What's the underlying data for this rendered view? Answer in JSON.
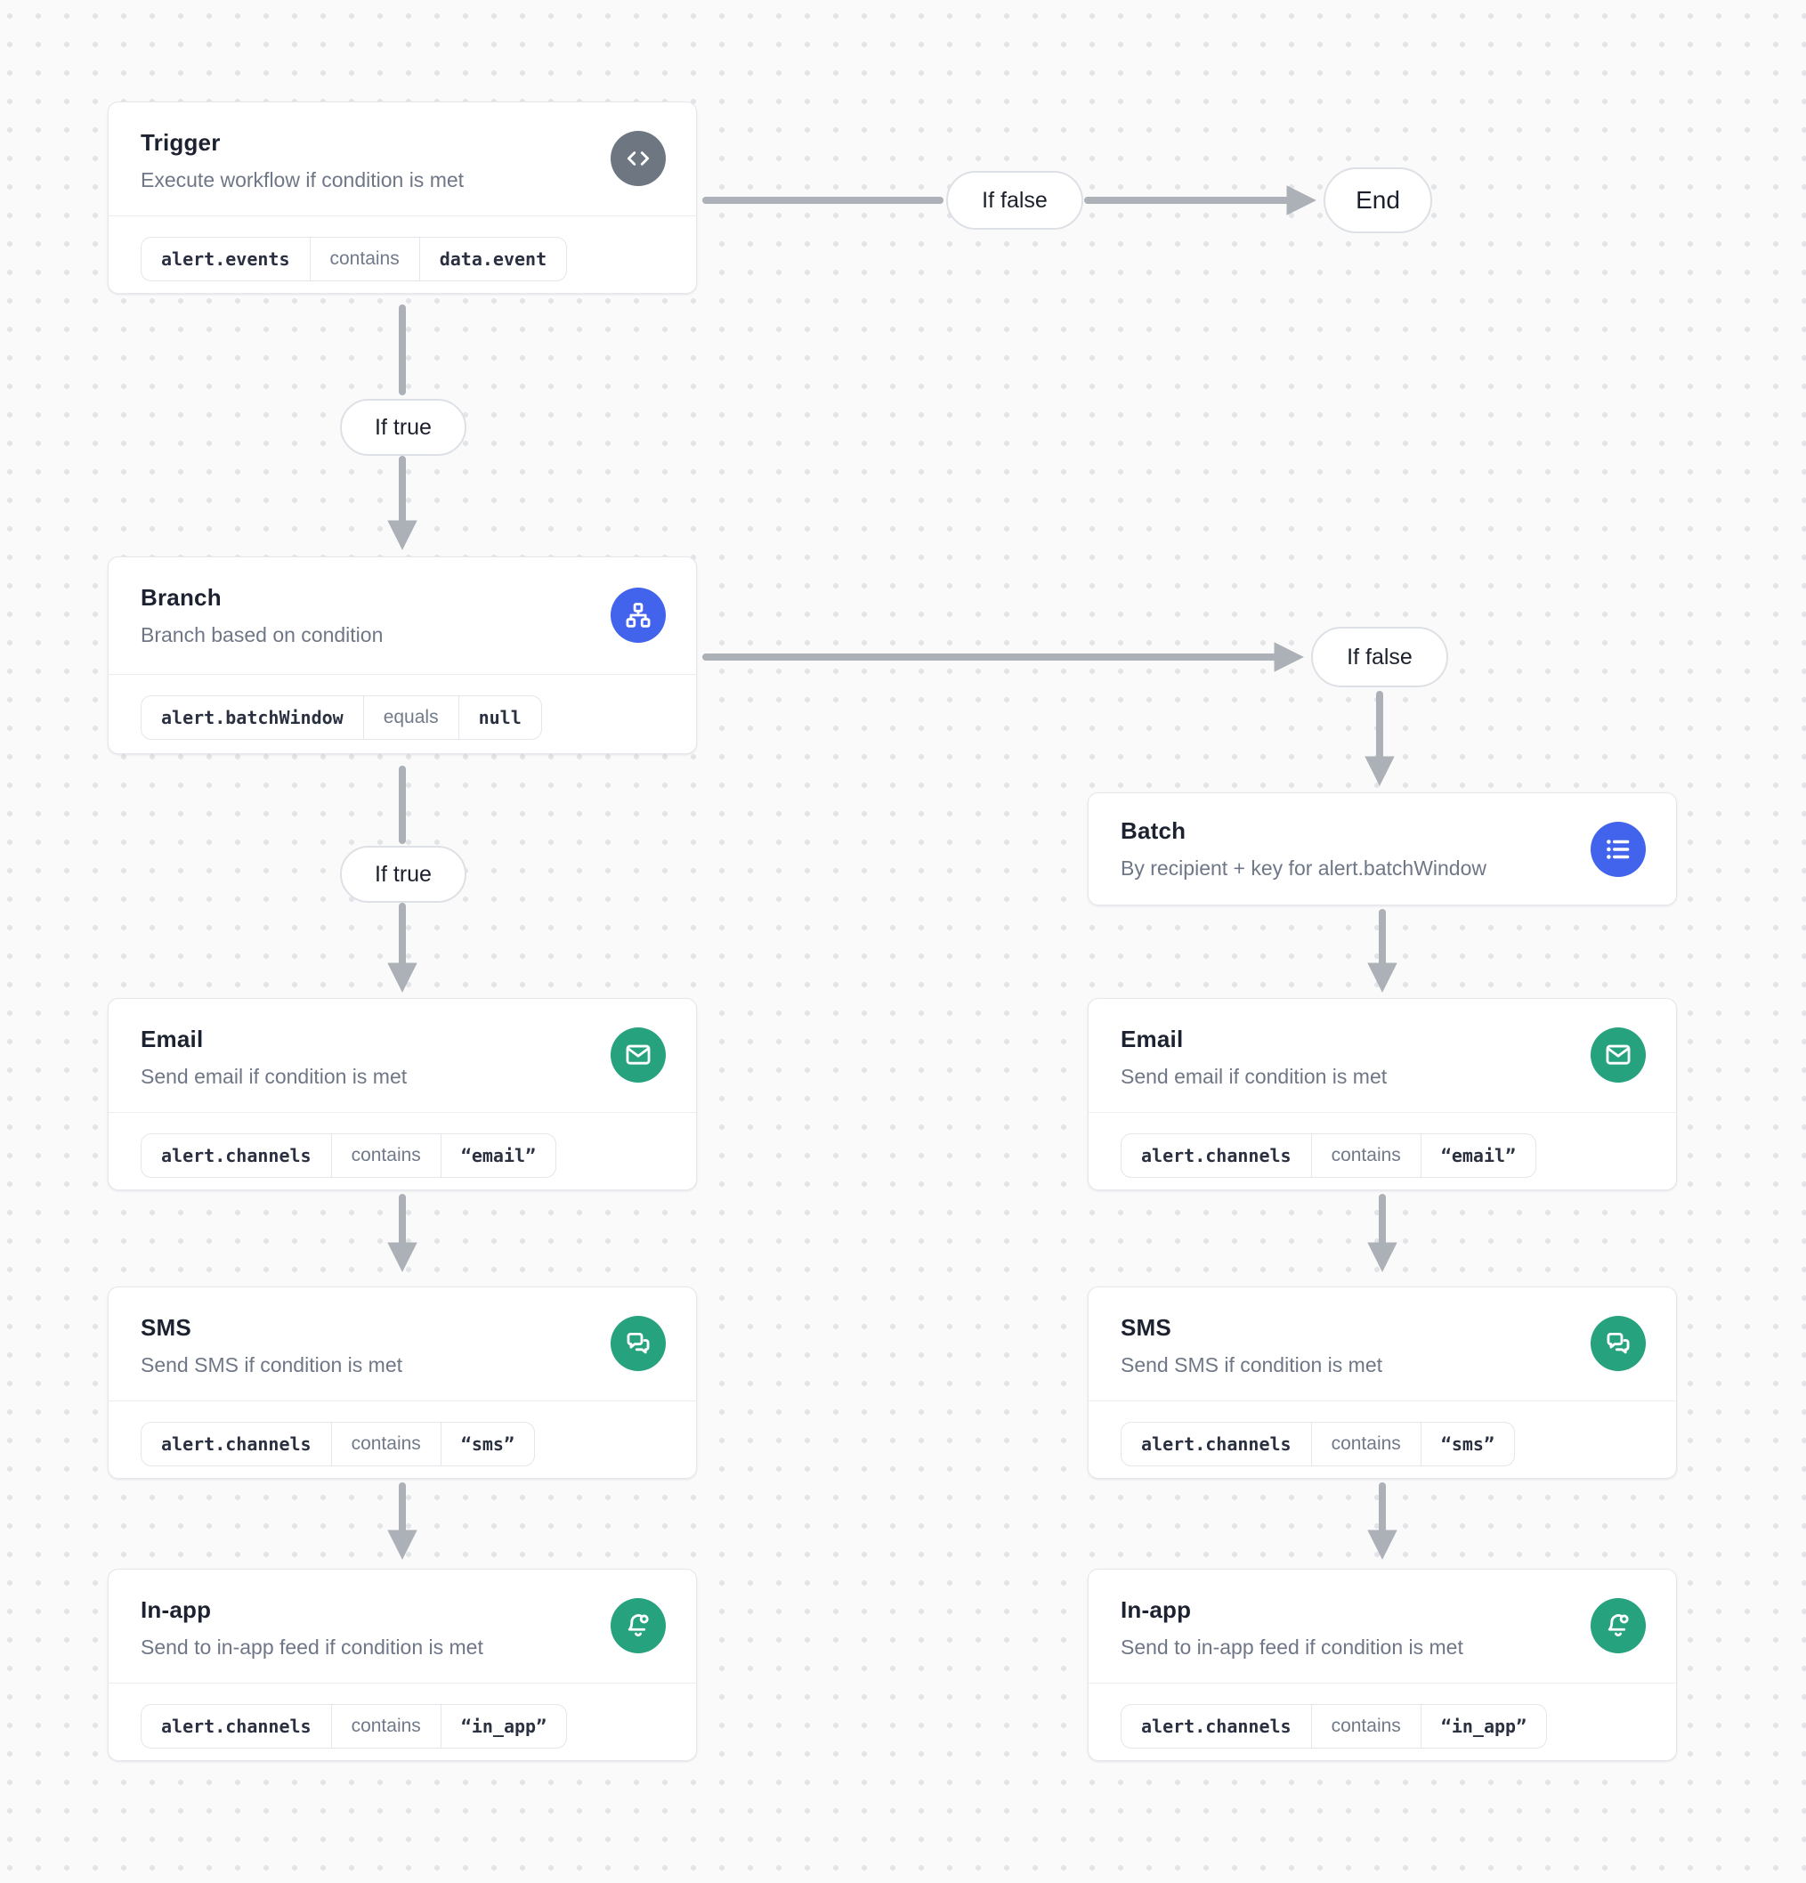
{
  "colors": {
    "accent_blue": "#4263EB",
    "accent_green": "#26A37E",
    "icon_gray": "#6E7781",
    "arrow_gray": "#ACB0B7"
  },
  "edges": {
    "if_true": "If true",
    "if_false": "If false",
    "end": "End"
  },
  "nodes": {
    "trigger": {
      "title": "Trigger",
      "subtitle": "Execute workflow if condition is met",
      "icon": "code-icon",
      "condition": {
        "field": "alert.events",
        "operator": "contains",
        "value": "data.event"
      }
    },
    "branch": {
      "title": "Branch",
      "subtitle": "Branch based on condition",
      "icon": "sitemap-icon",
      "condition": {
        "field": "alert.batchWindow",
        "operator": "equals",
        "value": "null"
      }
    },
    "batch": {
      "title": "Batch",
      "subtitle": "By recipient + key for alert.batchWindow",
      "icon": "list-icon"
    },
    "email": {
      "title": "Email",
      "subtitle": "Send email if condition is met",
      "icon": "mail-icon",
      "condition": {
        "field": "alert.channels",
        "operator": "contains",
        "value": "“email”"
      }
    },
    "sms": {
      "title": "SMS",
      "subtitle": "Send SMS if condition is met",
      "icon": "chat-icon",
      "condition": {
        "field": "alert.channels",
        "operator": "contains",
        "value": "“sms”"
      }
    },
    "inapp": {
      "title": "In-app",
      "subtitle": "Send to in-app feed if condition is met",
      "icon": "bell-icon",
      "condition": {
        "field": "alert.channels",
        "operator": "contains",
        "value": "“in_app”"
      }
    }
  }
}
